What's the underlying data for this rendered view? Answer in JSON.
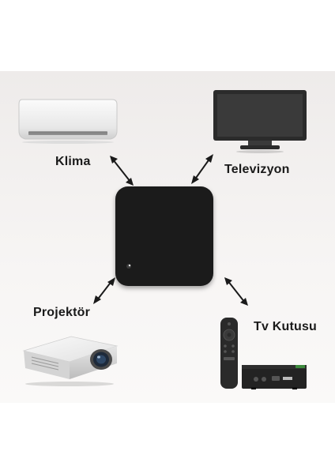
{
  "labels": {
    "klima": "Klima",
    "televizyon": "Televizyon",
    "projektor": "Projektör",
    "tv_kutusu": "Tv Kutusu"
  },
  "icons": {
    "air_conditioner": "air-conditioner-icon",
    "television": "television-icon",
    "hub": "ir-remote-hub-icon",
    "projector": "projector-icon",
    "tv_box": "tv-box-icon",
    "remote": "remote-control-icon"
  },
  "colors": {
    "background": "#f3f1f0",
    "hub": "#1b1b1b",
    "label_text": "#1a1a1a",
    "arrow": "#1a1a1a"
  }
}
